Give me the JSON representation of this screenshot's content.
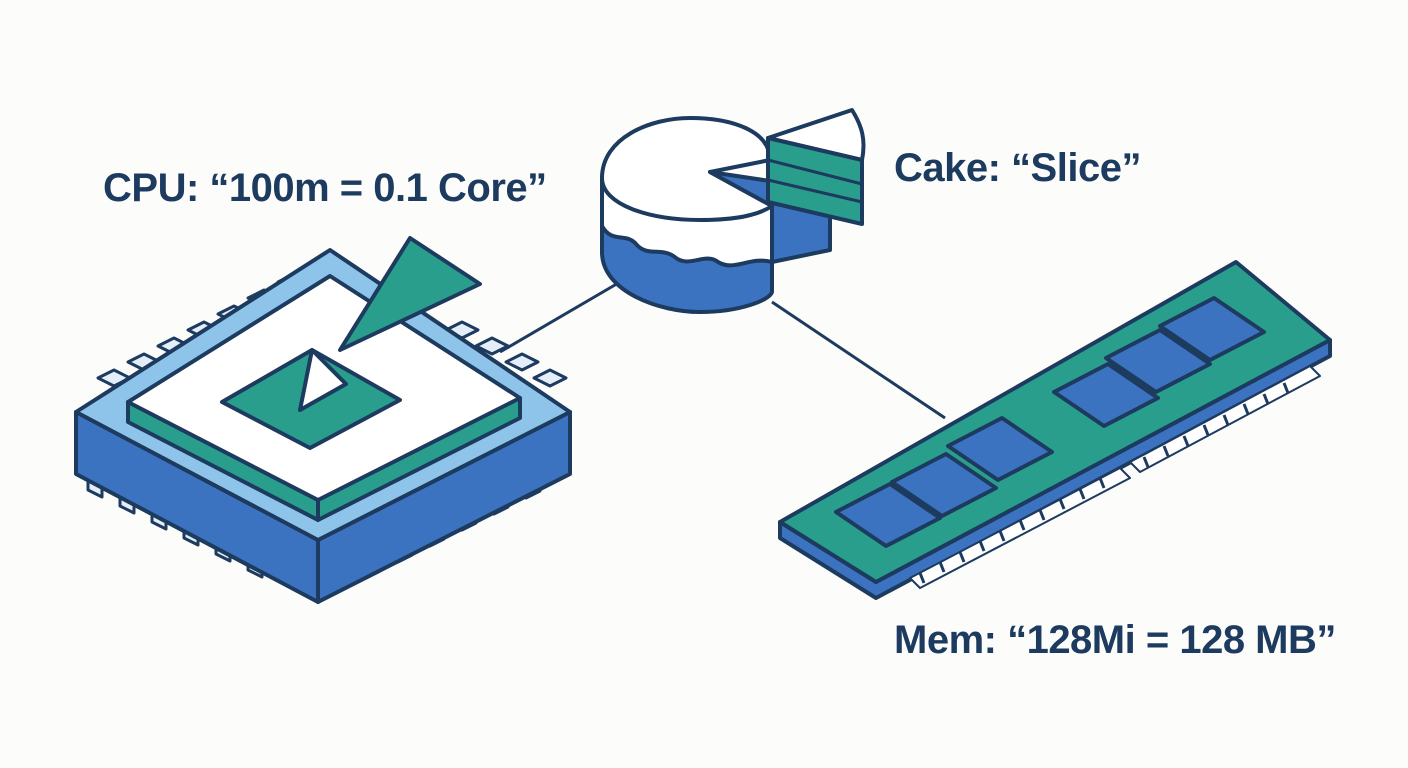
{
  "labels": {
    "cpu": "CPU: “100m = 0.1 Core”",
    "cake": "Cake: “Slice”",
    "mem": "Mem: “128Mi = 128 MB”"
  },
  "colors": {
    "outline": "#1d3a5f",
    "blue": "#3b73c1",
    "light_blue": "#8ec4ea",
    "teal": "#2a9e8d",
    "white": "#ffffff",
    "background": "#fcfcfb"
  }
}
